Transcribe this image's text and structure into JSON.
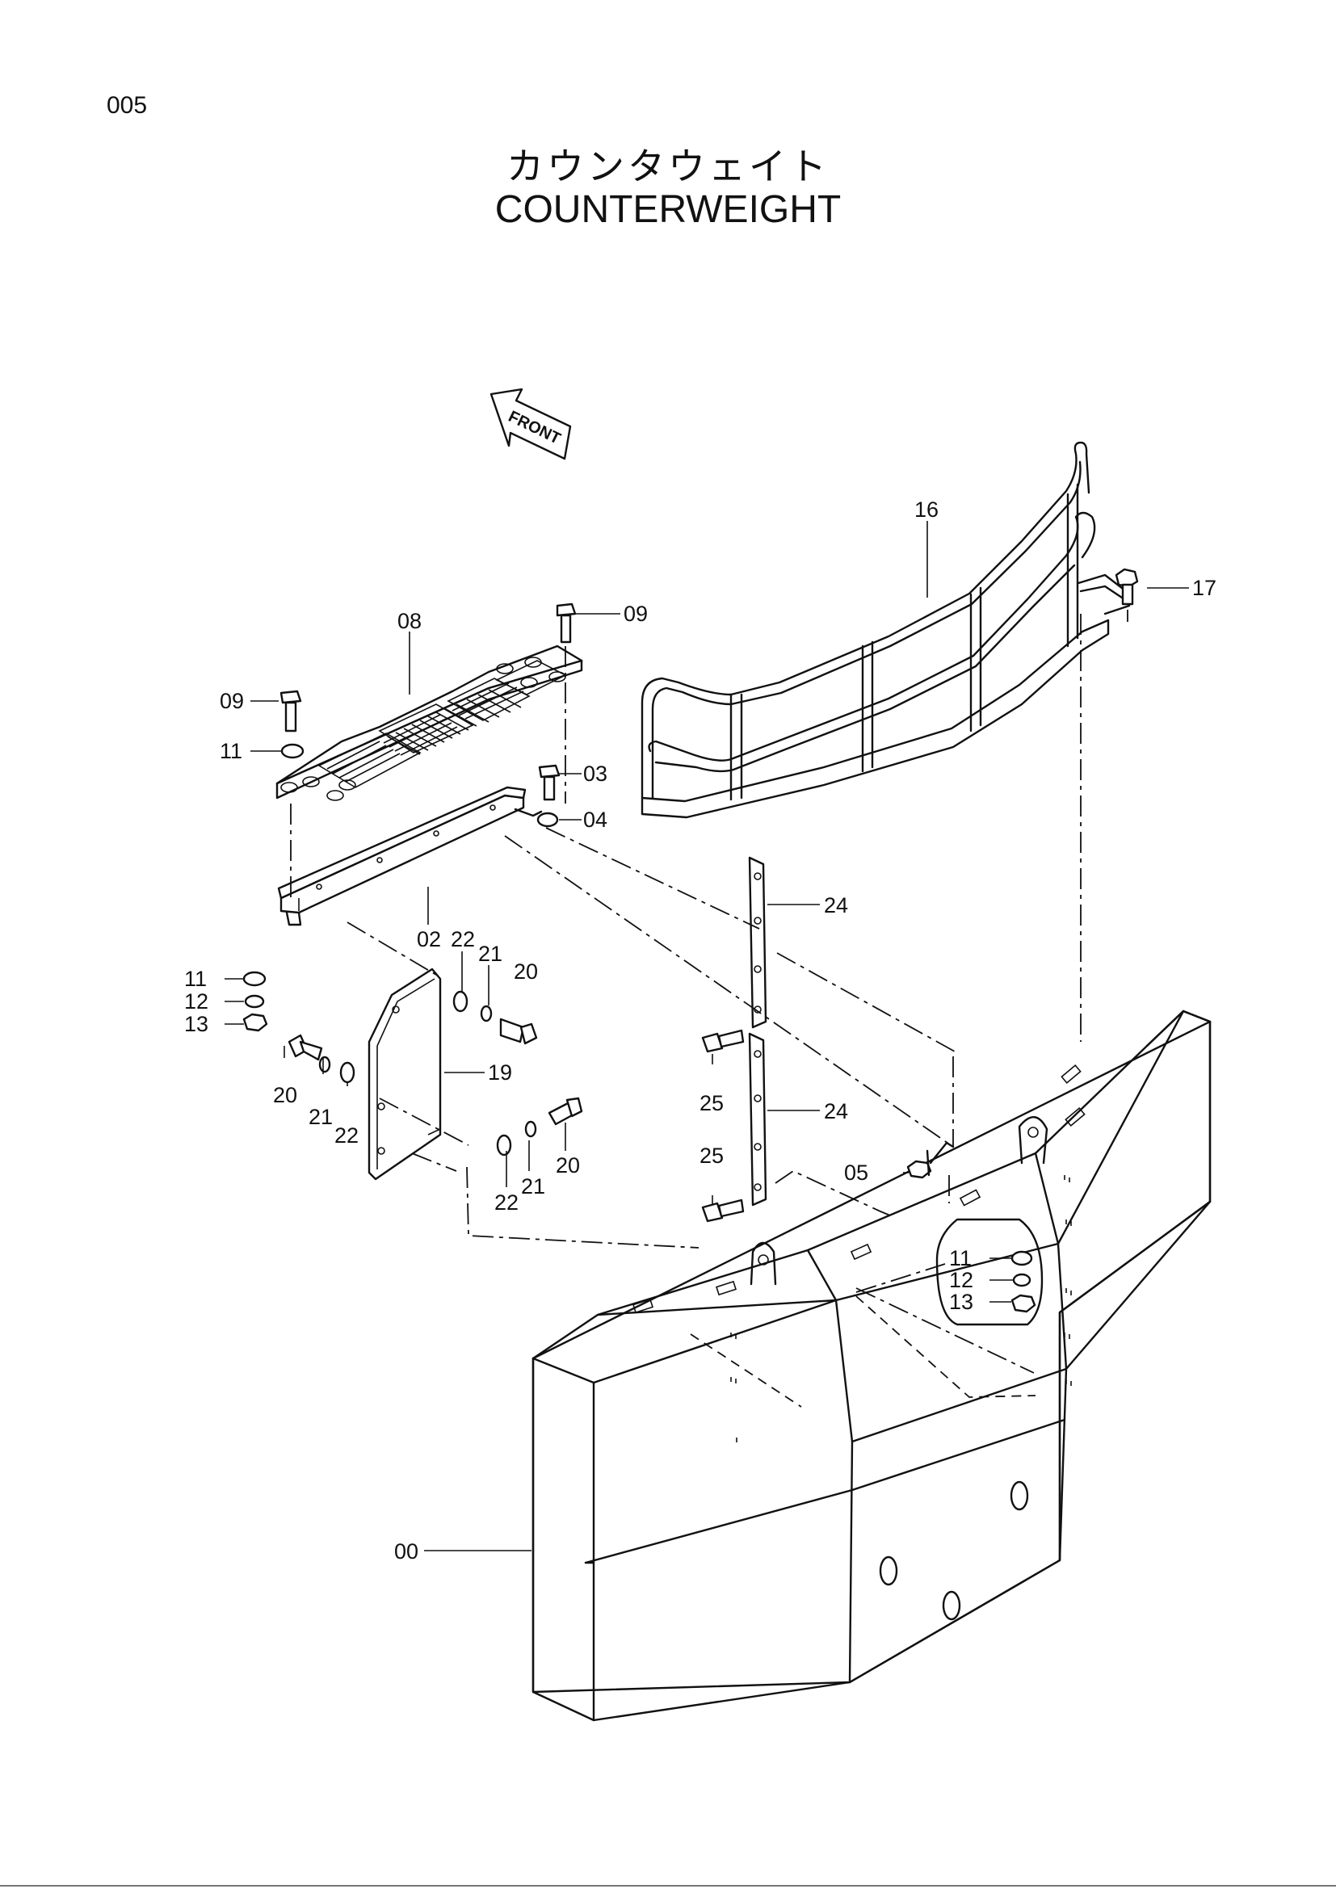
{
  "page_number": "005",
  "title_jp": "カウンタウェイト",
  "title_en": "COUNTERWEIGHT",
  "front_label": "FRONT",
  "callouts": {
    "c00": "00",
    "c02": "02",
    "c03": "03",
    "c04": "04",
    "c05": "05",
    "c08": "08",
    "c09a": "09",
    "c09b": "09",
    "c11a": "11",
    "c11b": "11",
    "c11c": "11",
    "c12a": "12",
    "c12b": "12",
    "c13a": "13",
    "c13b": "13",
    "c16": "16",
    "c17": "17",
    "c19": "19",
    "c20a": "20",
    "c20b": "20",
    "c20c": "20",
    "c21a": "21",
    "c21b": "21",
    "c21c": "21",
    "c22a": "22",
    "c22b": "22",
    "c22c": "22",
    "c24a": "24",
    "c24b": "24",
    "c25a": "25",
    "c25b": "25"
  }
}
